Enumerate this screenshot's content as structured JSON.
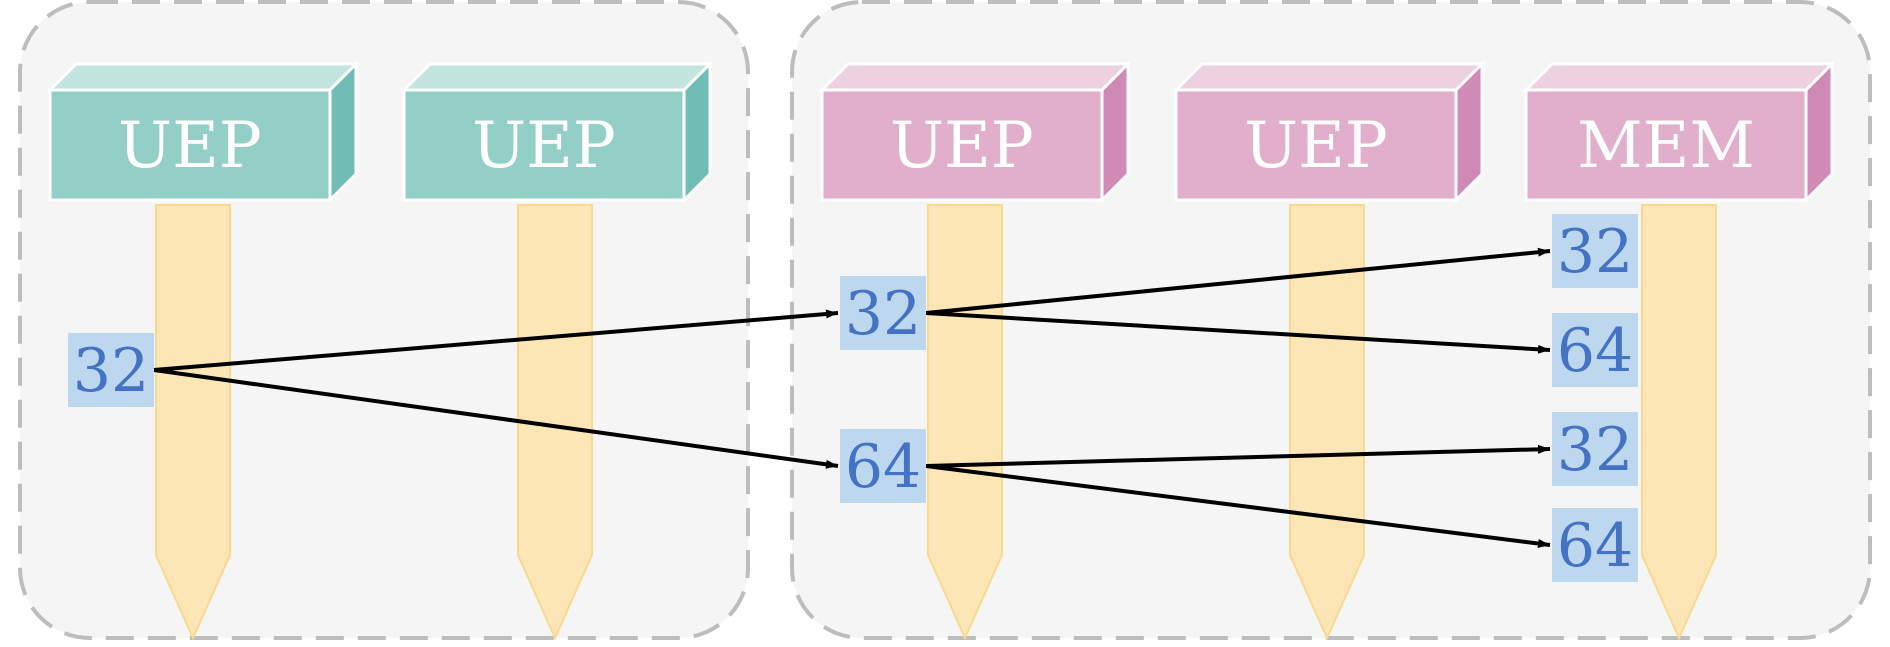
{
  "colors": {
    "group_fill": "#f5f5f5",
    "group_border": "#bdbdbd",
    "teal_front": "#93cfc7",
    "teal_top": "#c2e5e0",
    "teal_side": "#6fbdb4",
    "pink_front": "#e1aecb",
    "pink_top": "#eed1e1",
    "pink_side": "#d189b6",
    "timeline": "#fde6b6",
    "timeline_edge": "#f8d98f",
    "chip_fill": "#bdd7ee",
    "chip_text": "#4472c4",
    "arrow": "#000000"
  },
  "units": [
    {
      "id": "u1",
      "label": "UEP",
      "style": "teal"
    },
    {
      "id": "u2",
      "label": "UEP",
      "style": "teal"
    },
    {
      "id": "u3",
      "label": "UEP",
      "style": "pink"
    },
    {
      "id": "u4",
      "label": "UEP",
      "style": "pink"
    },
    {
      "id": "u5",
      "label": "MEM",
      "style": "pink"
    }
  ],
  "chips": [
    {
      "id": "c1",
      "value": "32"
    },
    {
      "id": "c2",
      "value": "32"
    },
    {
      "id": "c3",
      "value": "64"
    },
    {
      "id": "c4",
      "value": "32"
    },
    {
      "id": "c5",
      "value": "64"
    },
    {
      "id": "c6",
      "value": "32"
    },
    {
      "id": "c7",
      "value": "64"
    }
  ],
  "edges": [
    {
      "from": "c1",
      "to": "c2"
    },
    {
      "from": "c1",
      "to": "c3"
    },
    {
      "from": "c2",
      "to": "c4"
    },
    {
      "from": "c2",
      "to": "c5"
    },
    {
      "from": "c3",
      "to": "c6"
    },
    {
      "from": "c3",
      "to": "c7"
    }
  ]
}
